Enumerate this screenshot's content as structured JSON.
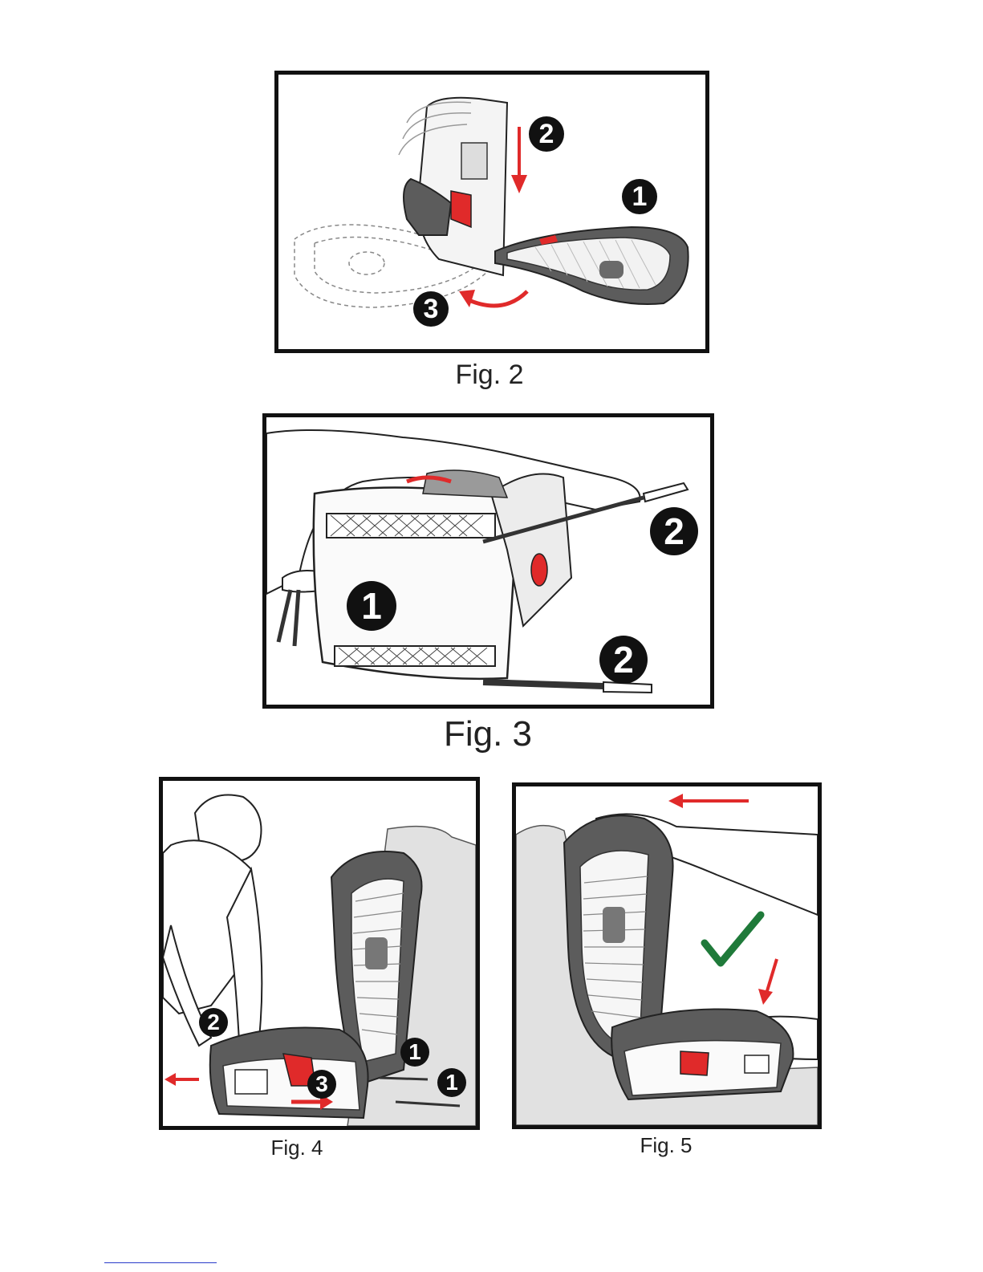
{
  "figures": {
    "fig2": {
      "caption": "Fig. 2",
      "steps": [
        "1",
        "2",
        "3"
      ]
    },
    "fig3": {
      "caption": "Fig. 3",
      "steps": [
        "1",
        "2",
        "2"
      ]
    },
    "fig4": {
      "caption": "Fig. 4",
      "steps": [
        "2",
        "3",
        "1",
        "1"
      ]
    },
    "fig5": {
      "caption": "Fig. 5"
    }
  },
  "colors": {
    "accent_red": "#e02a2a",
    "seat_gray": "#5c5c5c",
    "check_green": "#1f7a3a",
    "frame": "#111111"
  }
}
